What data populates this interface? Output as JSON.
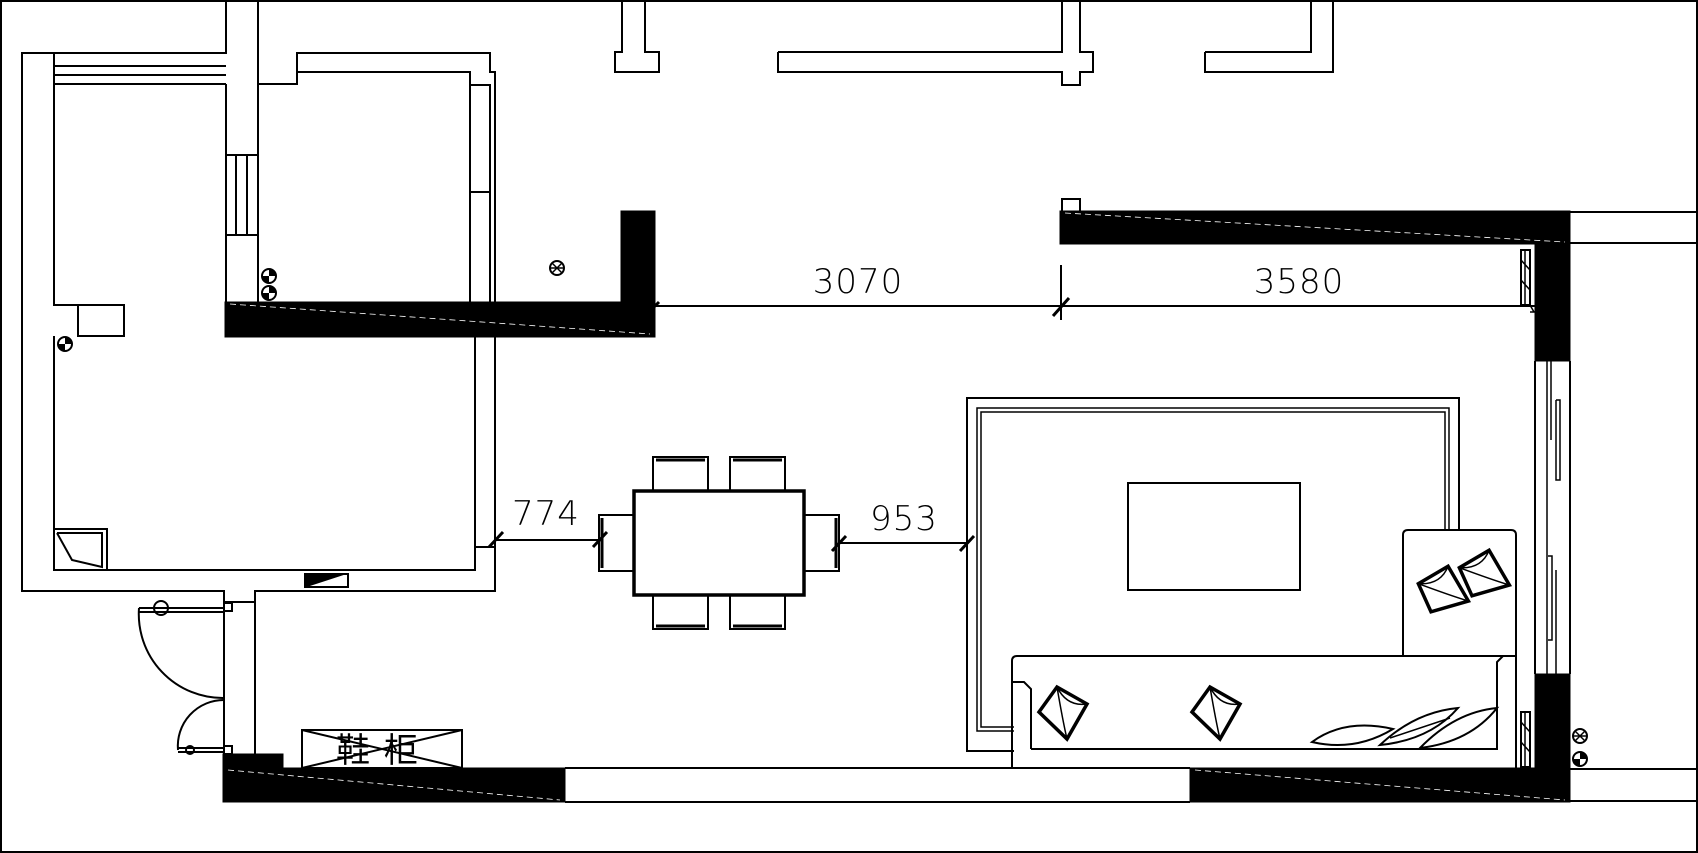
{
  "colors": {
    "line": "#000000",
    "background": "#ffffff",
    "wall_fill": "#000000"
  },
  "dimensions": {
    "top_left": "3070",
    "top_right": "3580",
    "table_left": "774",
    "table_right": "953"
  },
  "labels": {
    "shoe_cabinet": "鞋柜"
  },
  "icons": {
    "socket": "electrical-socket-icon",
    "light": "ceiling-light-icon",
    "cushion": "sofa-cushion-icon"
  }
}
